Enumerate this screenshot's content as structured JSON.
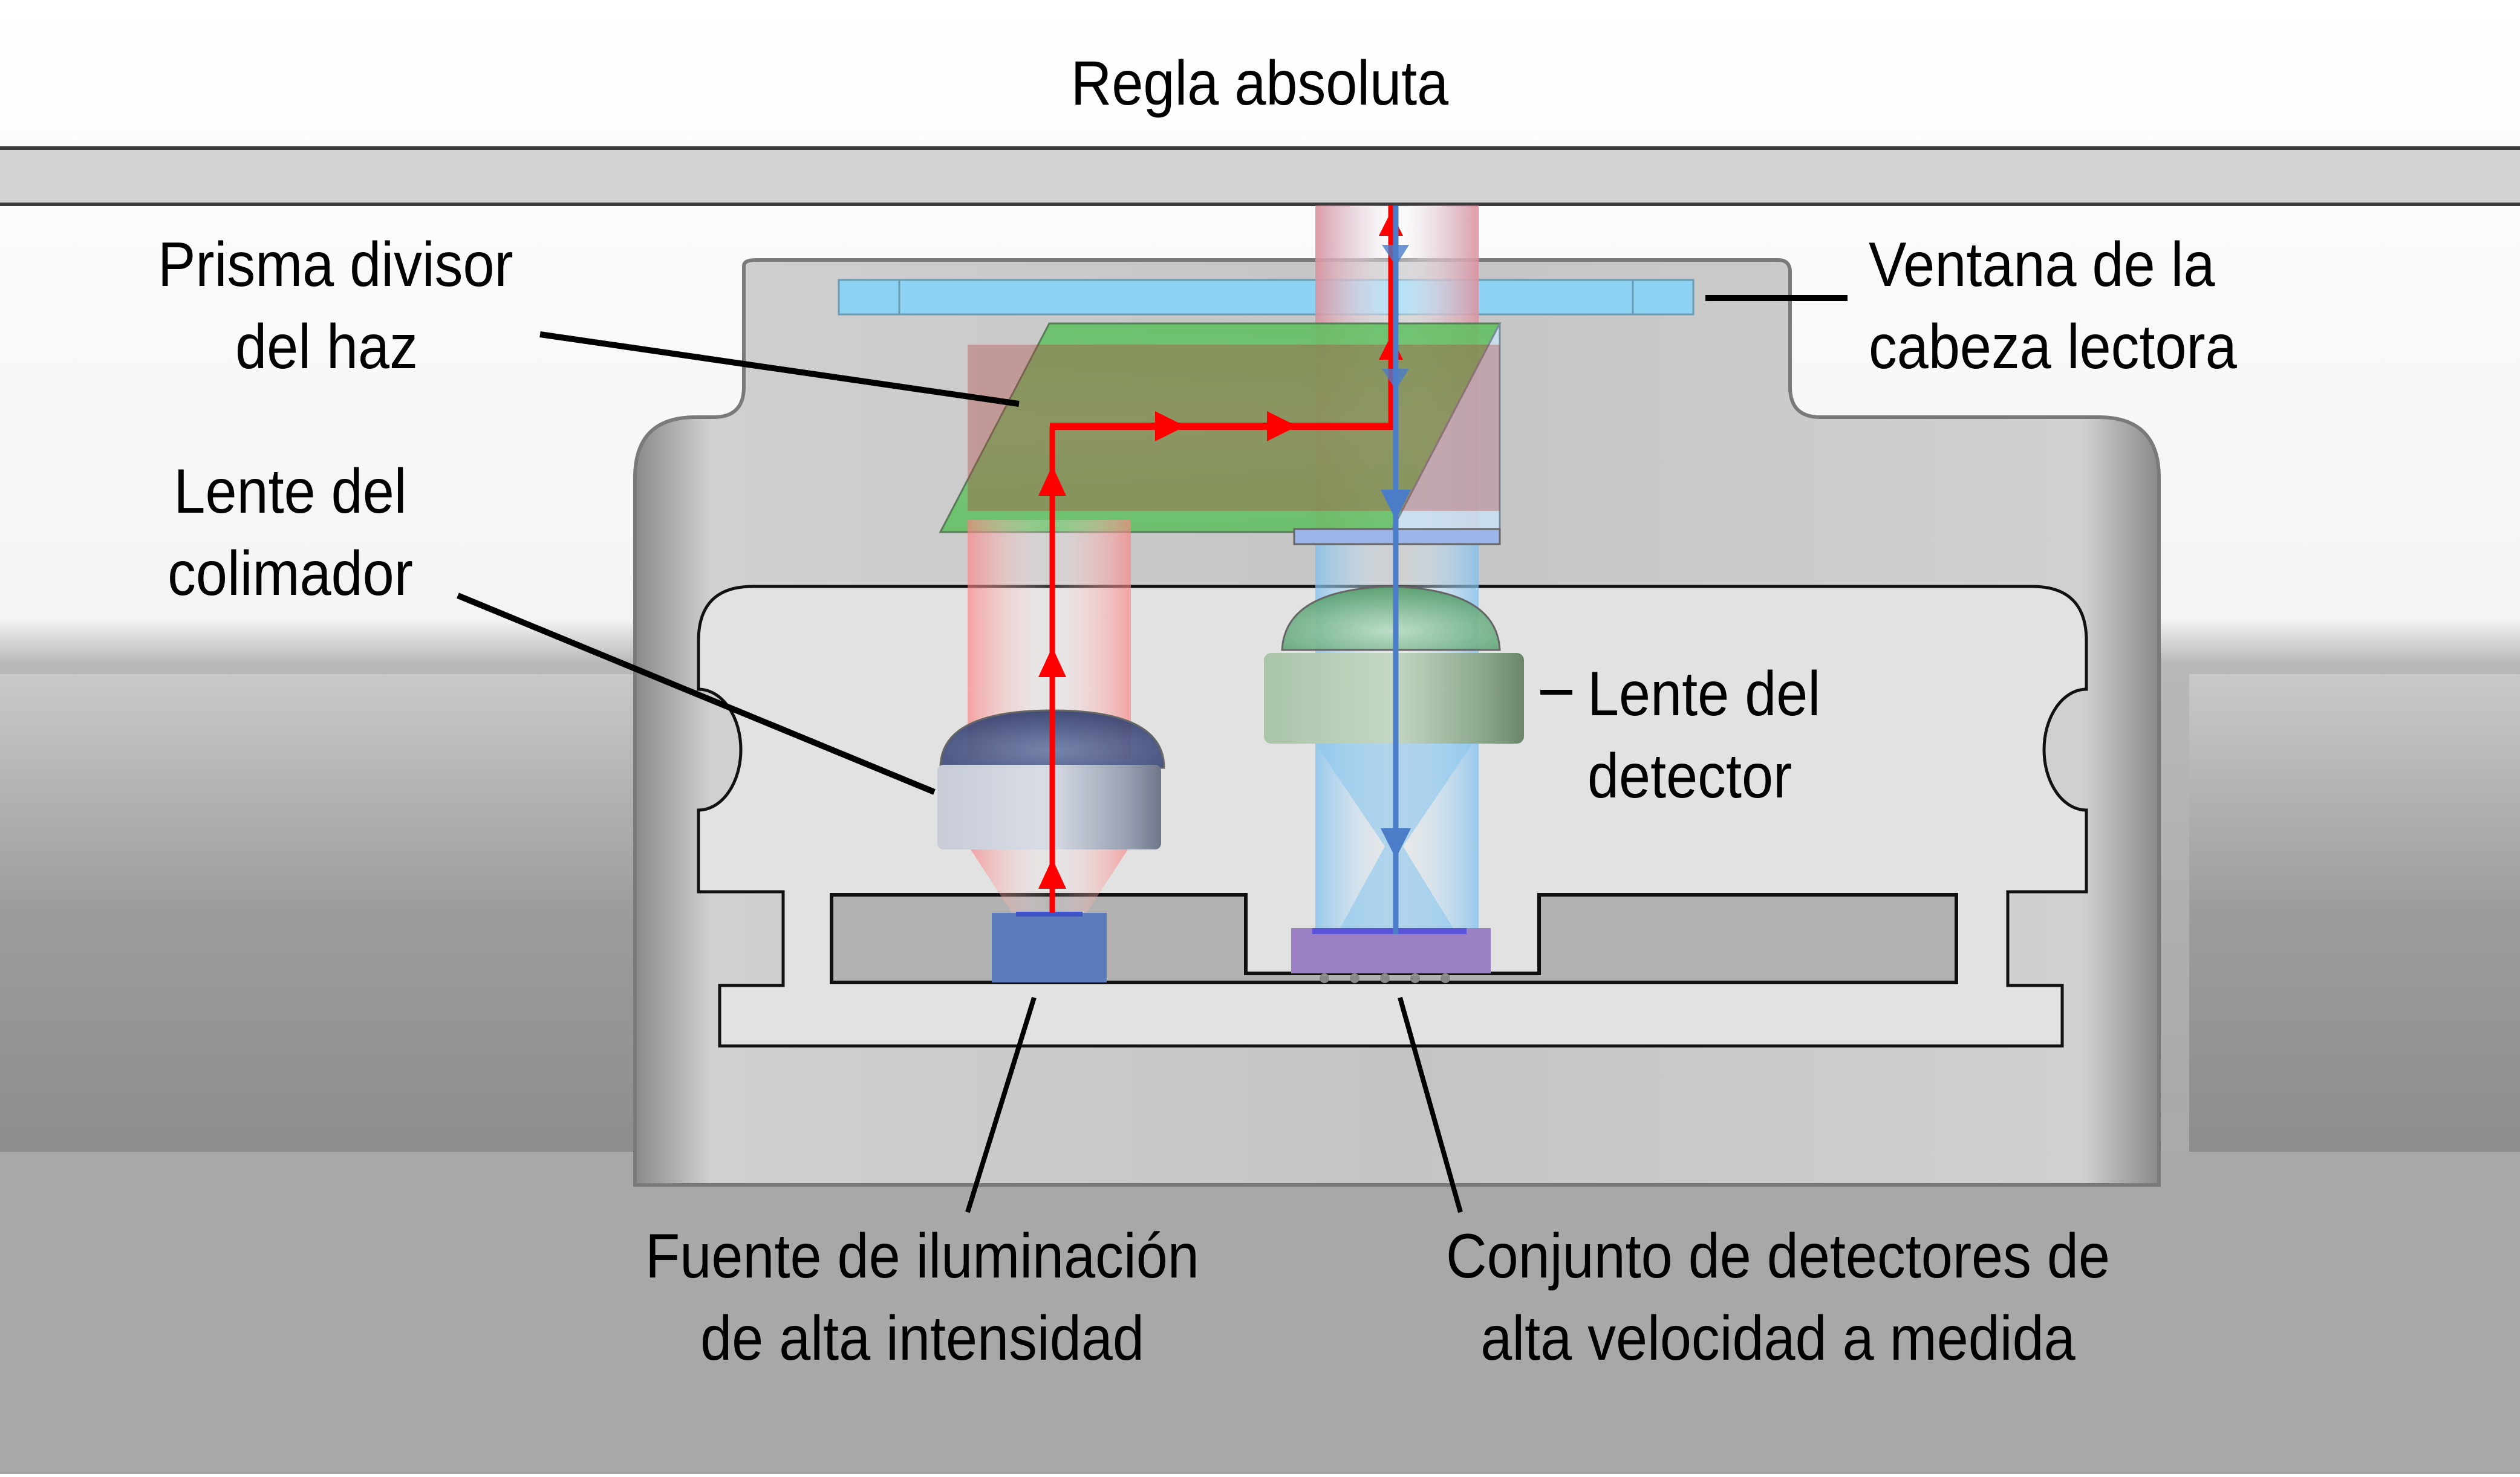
{
  "diagram": {
    "title": "Regla absoluta",
    "labels": {
      "beam_splitter": [
        "Prisma divisor",
        "del haz"
      ],
      "window": [
        "Ventana de la",
        "cabeza lectora"
      ],
      "collimator_lens": [
        "Lente del",
        "colimador"
      ],
      "detector_lens": [
        "Lente del",
        "detector"
      ],
      "light_source": [
        "Fuente de iluminación",
        "de alta intensidad"
      ],
      "detector_array": [
        "Conjunto de detectores de",
        "alta velocidad a medida"
      ]
    },
    "colors": {
      "ruler": "#d4d4d4",
      "window": "#8fd3f4",
      "prism_green": "#6cc46c",
      "red_beam": "#ff0000",
      "blue_beam": "#4a7cc8",
      "light_source": "#5b7bba",
      "detector_chip": "#9b80c4",
      "collimator_lens_body": "#c3cad6",
      "detector_lens_body": "#b9d2b9"
    }
  }
}
